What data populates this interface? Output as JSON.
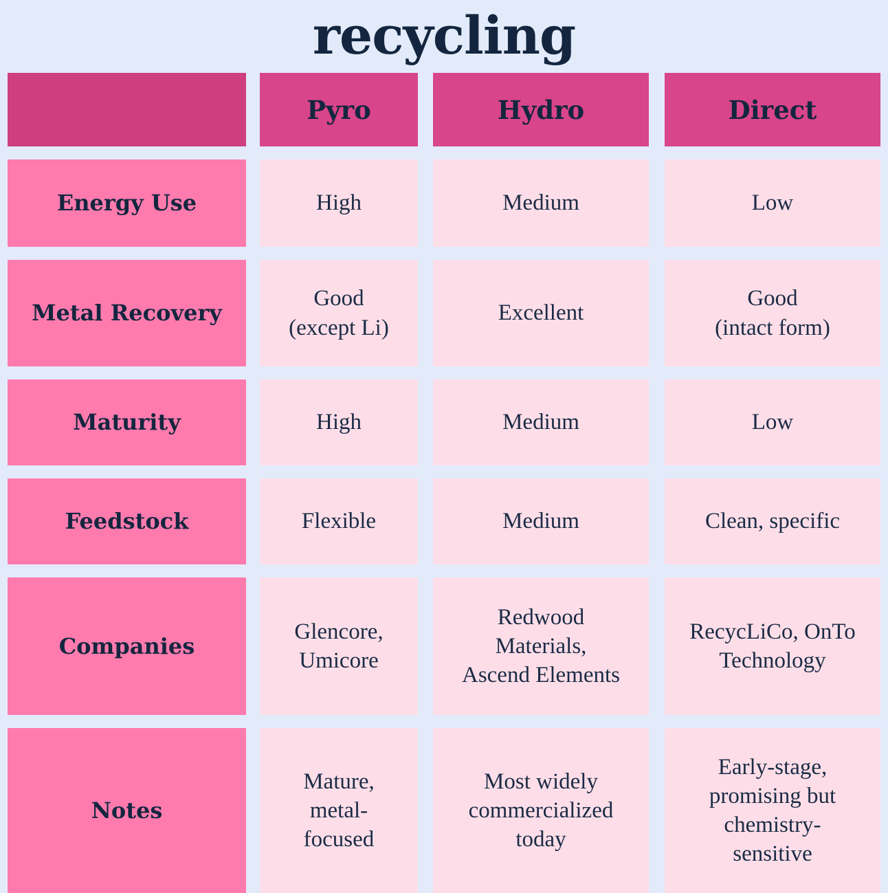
{
  "title": "recycling",
  "colors": {
    "background": "#e3ebfb",
    "header_pink": "#d8458a",
    "corner_pink": "#cf3f80",
    "label_pink": "#ff7bae",
    "cell_pink": "#fddee8",
    "text_navy": "#14263f"
  },
  "table": {
    "corner_label": "",
    "columns": [
      "Pyro",
      "Hydro",
      "Direct"
    ],
    "rows": [
      {
        "label": "Energy Use",
        "cells": [
          "High",
          "Medium",
          "Low"
        ]
      },
      {
        "label": "Metal Recovery",
        "cells": [
          "Good\n(except Li)",
          "Excellent",
          "Good\n(intact form)"
        ]
      },
      {
        "label": "Maturity",
        "cells": [
          "High",
          "Medium",
          "Low"
        ]
      },
      {
        "label": "Feedstock",
        "cells": [
          "Flexible",
          "Medium",
          "Clean, specific"
        ]
      },
      {
        "label": "Companies",
        "cells": [
          "Glencore,\nUmicore",
          "Redwood\nMaterials,\nAscend Elements",
          "RecycLiCo, OnTo\nTechnology"
        ]
      },
      {
        "label": "Notes",
        "cells": [
          "Mature,\nmetal-\nfocused",
          "Most widely\ncommercialized\ntoday",
          "Early-stage,\npromising but\nchemistry-\nsensitive"
        ]
      }
    ]
  }
}
